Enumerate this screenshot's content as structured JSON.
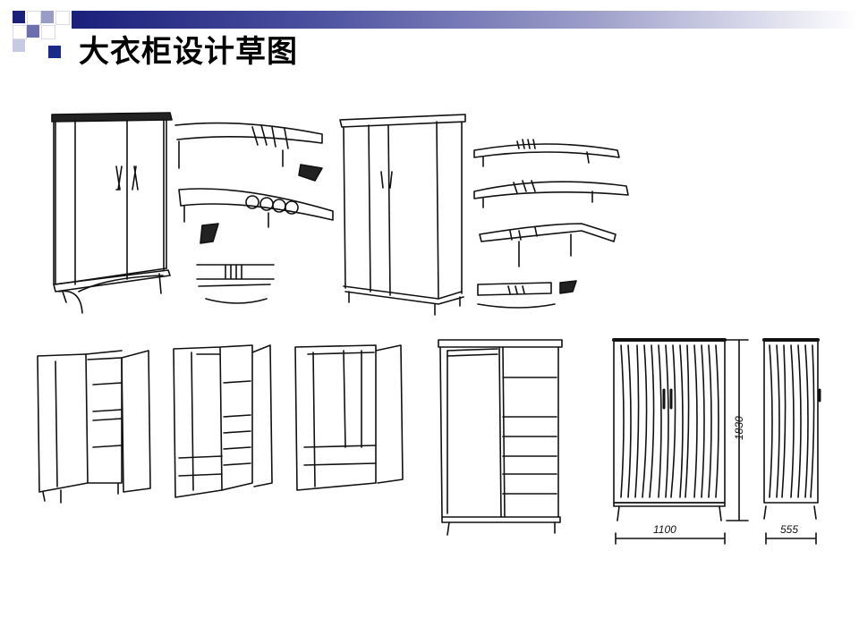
{
  "slide": {
    "title": "大衣柜设计草图",
    "accent_color": "#1a2a8a"
  },
  "drawings": {
    "dimension_width": "1100",
    "dimension_height": "1830",
    "dimension_depth": "555"
  }
}
